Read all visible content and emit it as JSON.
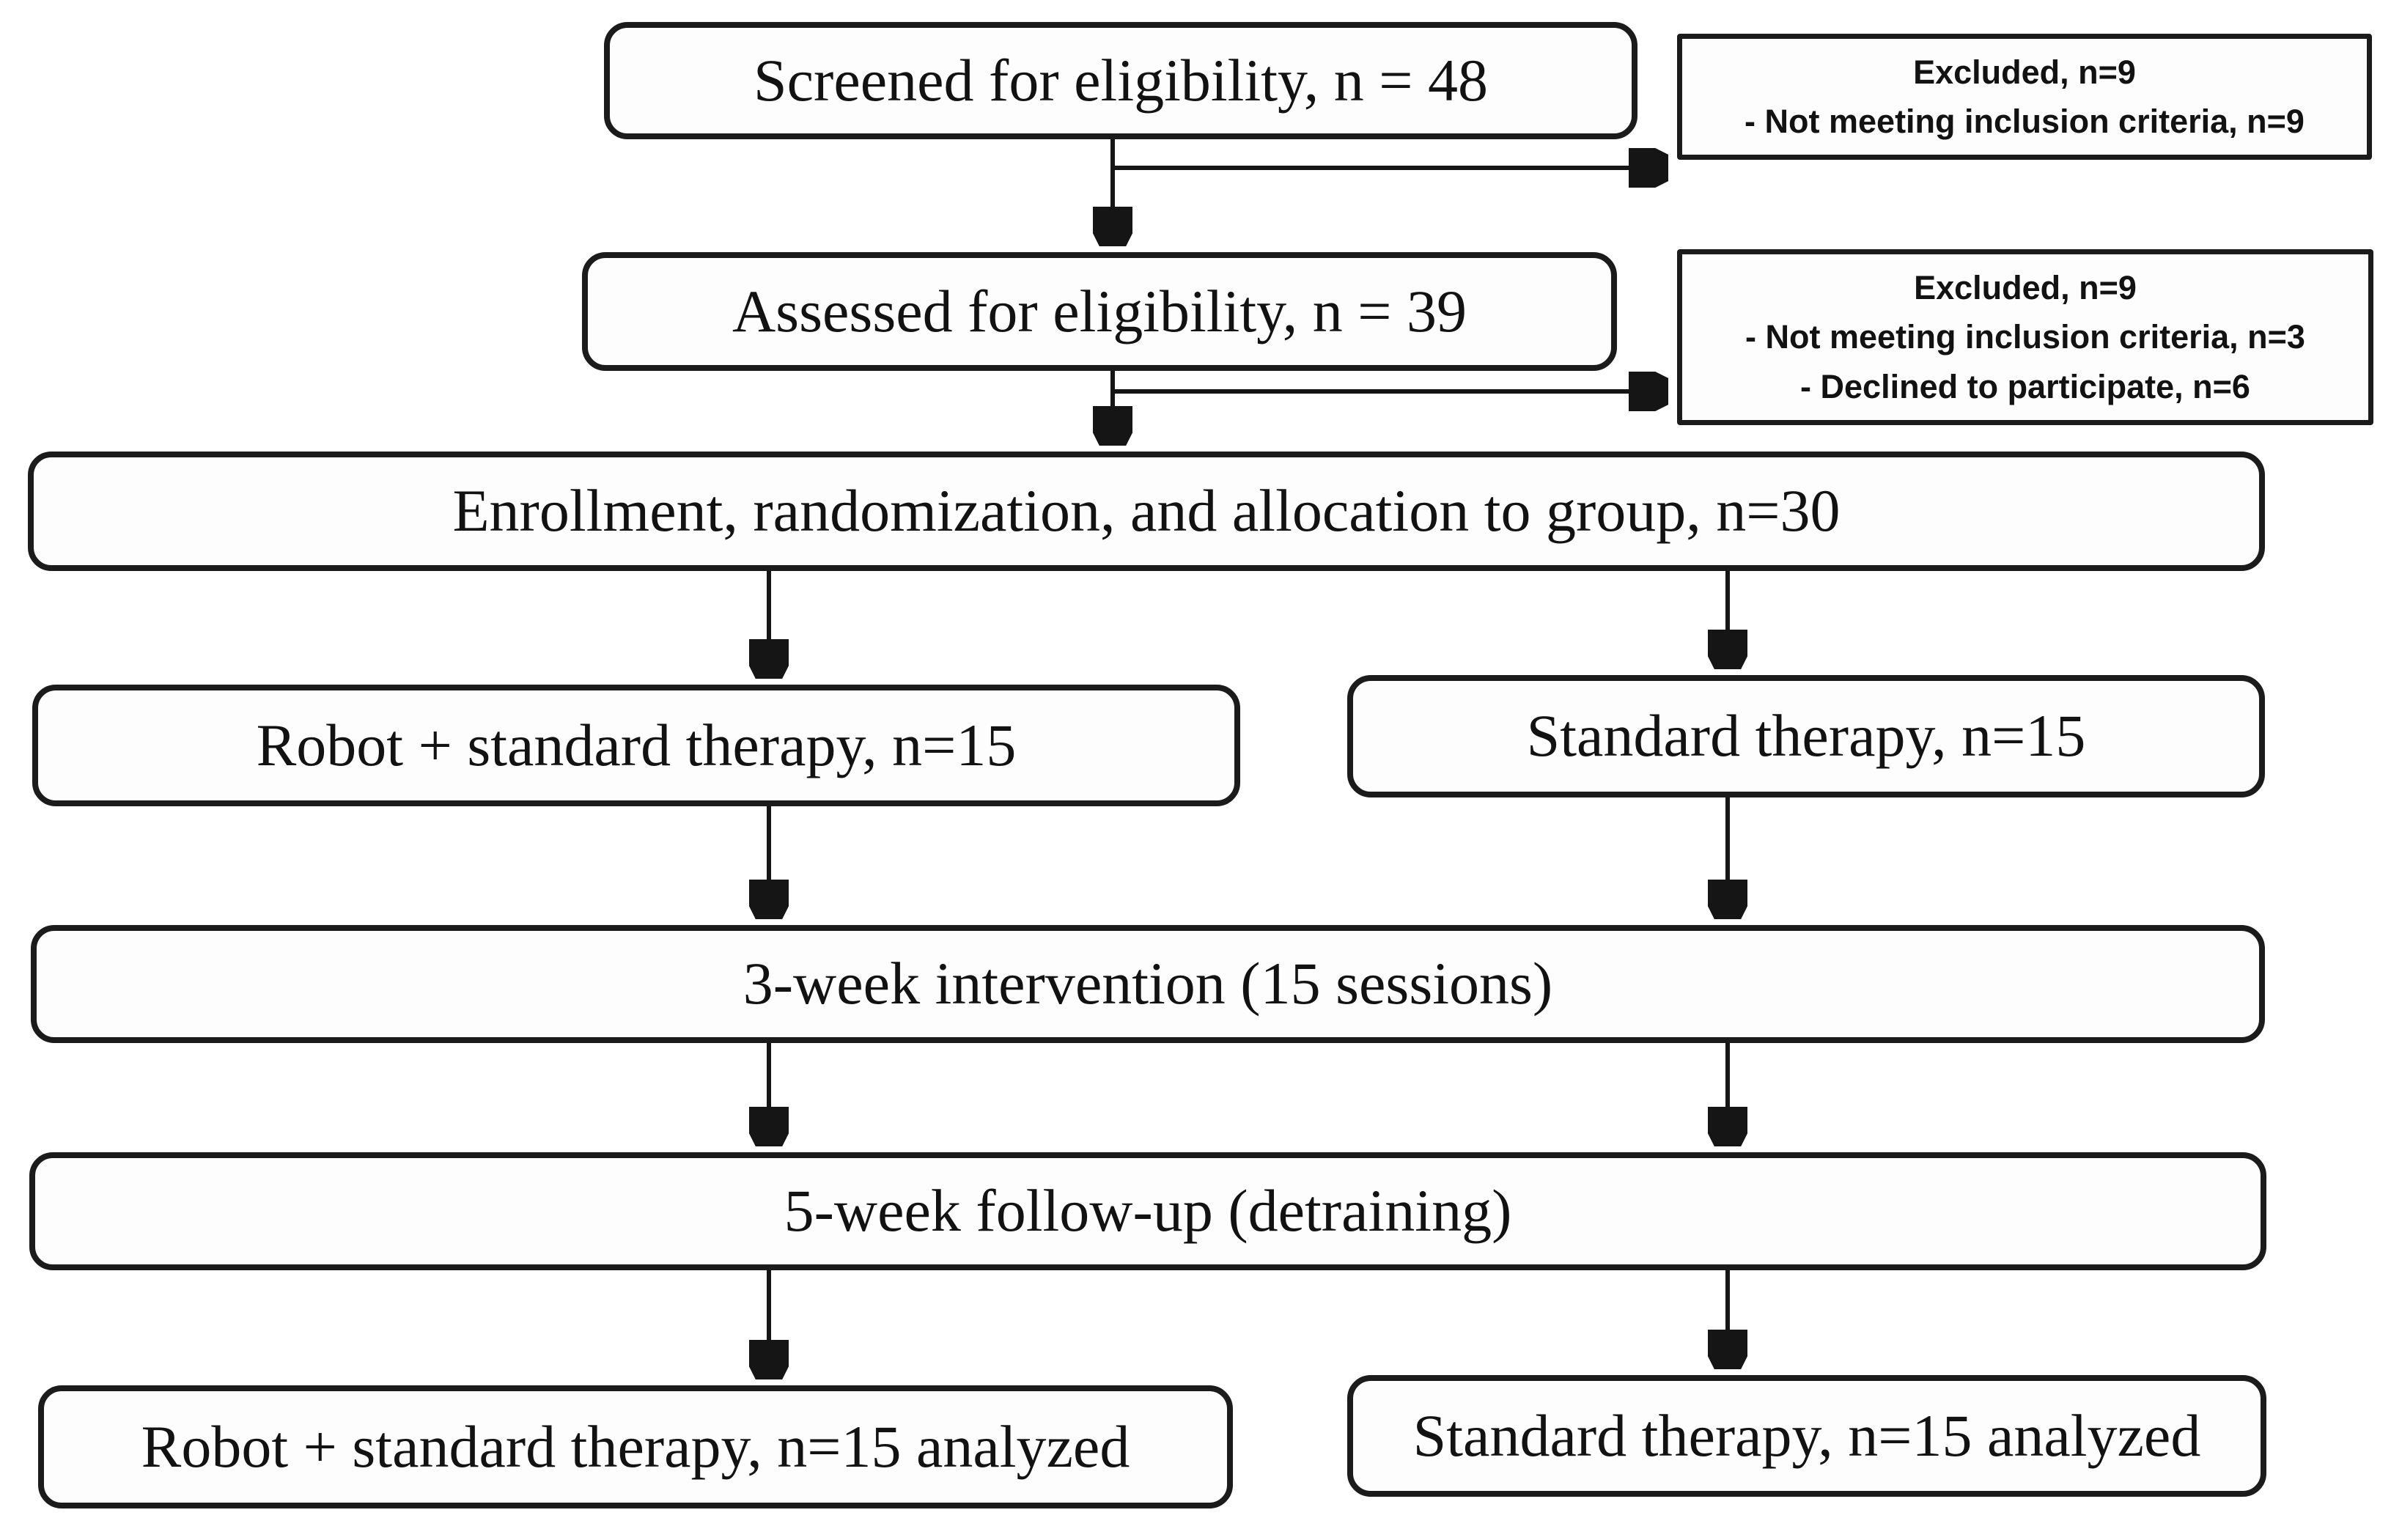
{
  "flowchart": {
    "boxes": {
      "screened": "Screened for eligibility, n = 48",
      "excluded_top": {
        "lines": [
          "Excluded, n=9",
          "- Not meeting inclusion criteria, n=9"
        ]
      },
      "assessed": "Assessed for eligibility, n = 39",
      "excluded_middle": {
        "lines": [
          "Excluded, n=9",
          "- Not meeting inclusion criteria, n=3",
          "- Declined to participate, n=6"
        ]
      },
      "enrollment": "Enrollment, randomization, and allocation to group, n=30",
      "robot_group": "Robot + standard therapy, n=15",
      "standard_group": "Standard therapy, n=15",
      "intervention": "3-week intervention (15 sessions)",
      "followup": "5-week follow-up (detraining)",
      "robot_analyzed": "Robot + standard therapy, n=15 analyzed",
      "standard_analyzed": "Standard therapy, n=15 analyzed"
    },
    "colors": {
      "box_border": "#1b1b1b",
      "box_fill": "#fdfdfd",
      "arrow": "#151515",
      "text": "#121212",
      "background": "#ffffff"
    }
  }
}
